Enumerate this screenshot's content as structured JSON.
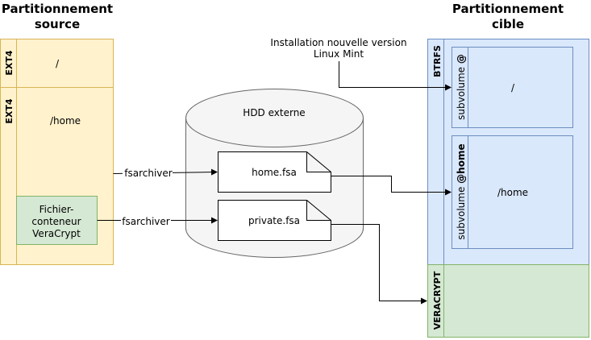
{
  "colors": {
    "source_fill": "#fff2cc",
    "source_stroke": "#d6b656",
    "target_fill": "#dae8fc",
    "target_stroke": "#6c8ebf",
    "green_fill": "#d5e8d4",
    "green_stroke": "#82b366"
  },
  "source": {
    "title_line1": "Partitionnement",
    "title_line2": "source",
    "partitions": [
      {
        "fs": "EXT4",
        "mount": "/"
      },
      {
        "fs": "EXT4",
        "mount": "/home"
      }
    ],
    "container": {
      "line1": "Fichier-",
      "line2": "conteneur",
      "line3": "VeraCrypt"
    }
  },
  "hdd": {
    "label": "HDD externe",
    "files": [
      "home.fsa",
      "private.fsa"
    ]
  },
  "tool_label": "fsarchiver",
  "target": {
    "title_line1": "Partitionnement",
    "title_line2": "cible",
    "btrfs_label": "BTRFS",
    "veracrypt_label": "VERACRYPT",
    "install_note_line1": "Installation nouvelle version",
    "install_note_line2": "Linux Mint",
    "subvolumes": [
      {
        "prefix": "subvolume ",
        "name": "@",
        "mount": "/"
      },
      {
        "prefix": "subvolume ",
        "name": "@home",
        "mount": "/home"
      }
    ]
  }
}
